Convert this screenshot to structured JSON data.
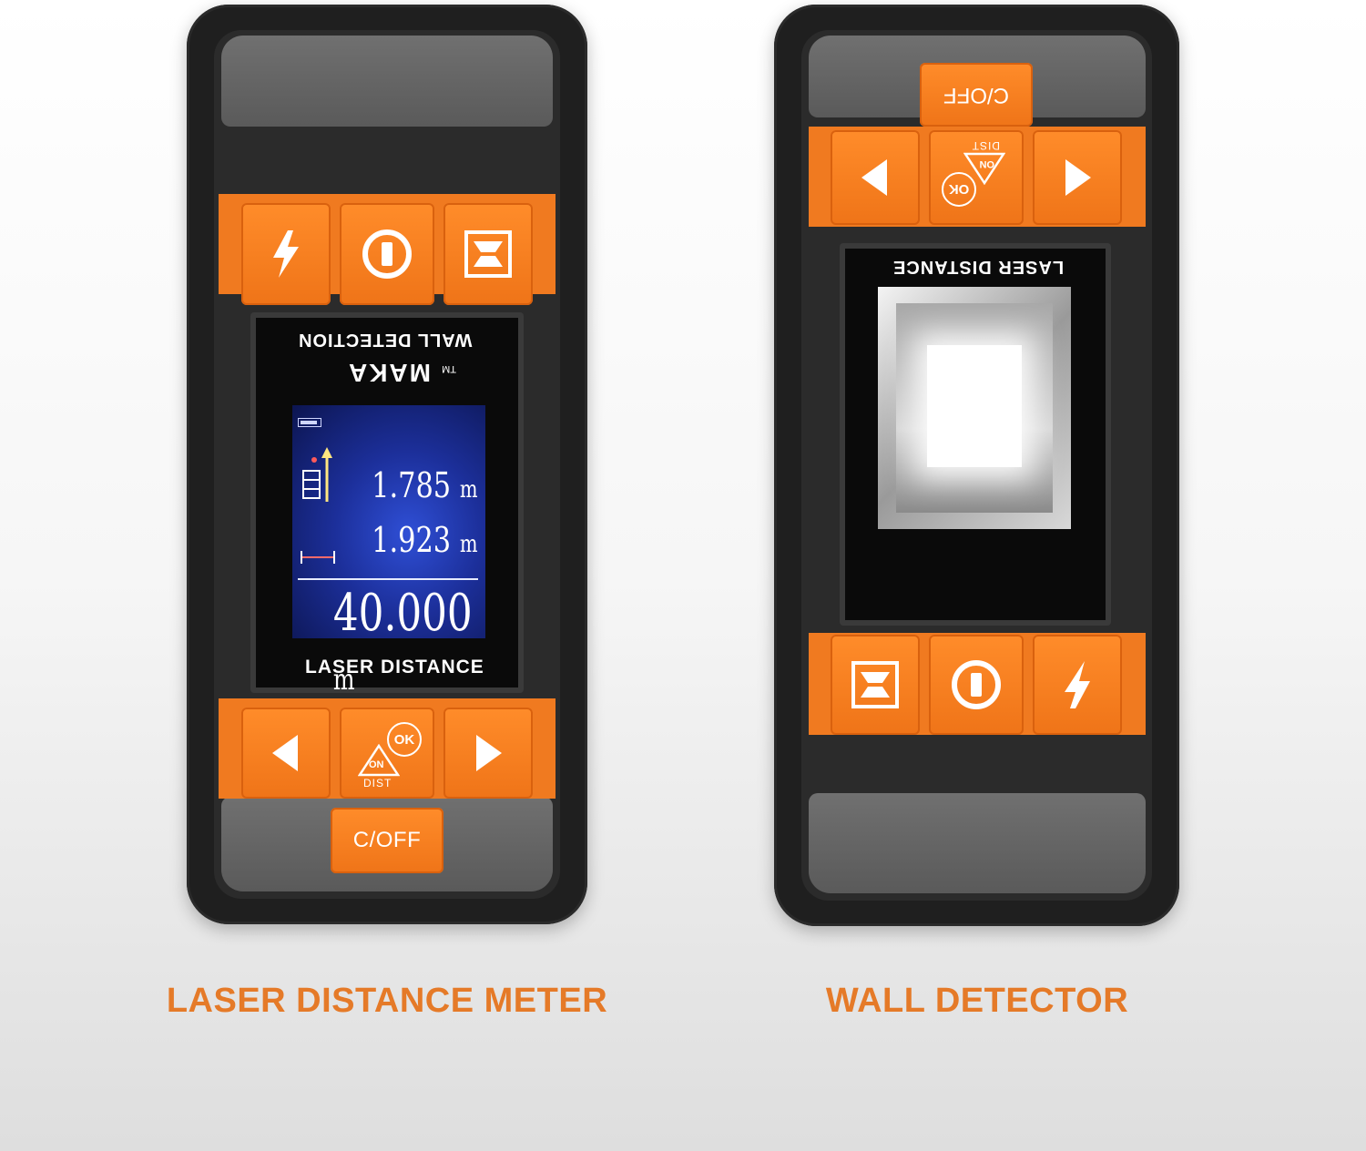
{
  "left_device": {
    "screen_header": "WALL DETECTION",
    "brand": "MAKA",
    "brand_mark": "TM",
    "readings": [
      "1.785",
      "1.923"
    ],
    "main_reading": "40.000",
    "unit": "m",
    "screen_footer": "LASER DISTANCE",
    "buttons": {
      "lightning": "lightning-icon",
      "power": "power-icon",
      "mode": "mode-icon",
      "ok": "OK",
      "on": "ON",
      "dist": "DIST",
      "cancel": "C/OFF"
    },
    "caption": "LASER DISTANCE METER"
  },
  "right_device": {
    "screen_header": "LASER DISTANCE",
    "buttons": {
      "cancel": "C/OFF",
      "ok": "OK",
      "on": "ON",
      "dist": "DIST"
    },
    "caption": "WALL DETECTOR"
  },
  "colors": {
    "orange": "#f07a20",
    "body": "#1f1f1f",
    "caption": "#e57a28",
    "lcd": "#2040c0"
  }
}
